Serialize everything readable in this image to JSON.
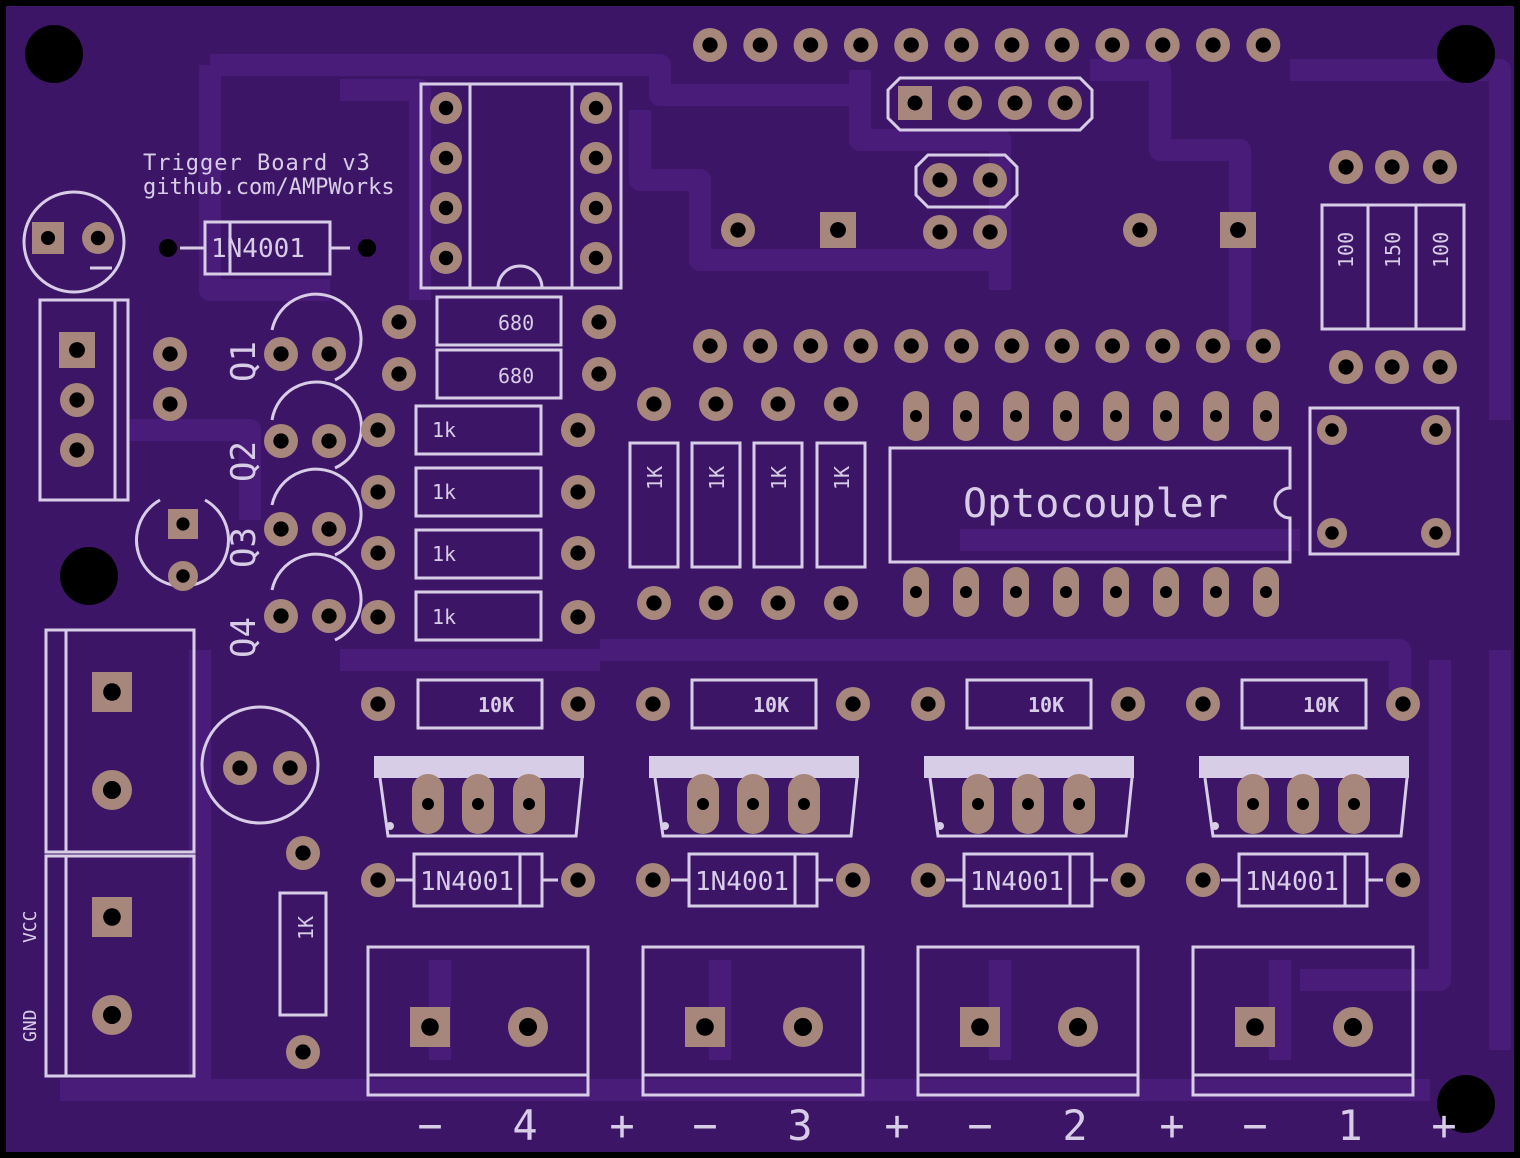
{
  "colors": {
    "board": "#3d1566",
    "trace": "#4a1c7a",
    "silk": "#d8cde6",
    "pad": "#a7877c",
    "hole": "#000000",
    "edge": "#000000"
  },
  "title": {
    "line1": "Trigger Board v3",
    "line2": "github.com/AMPWorks"
  },
  "labels": {
    "d_top": "1N4001",
    "r680a": "680",
    "r680b": "680",
    "r1k_h": [
      "1k",
      "1k",
      "1k",
      "1k"
    ],
    "r1k_v": [
      "1K",
      "1K",
      "1K",
      "1K"
    ],
    "r10k": [
      "10K",
      "10K",
      "10K",
      "10K"
    ],
    "d_bottom": [
      "1N4001",
      "1N4001",
      "1N4001",
      "1N4001"
    ],
    "rv_left": "1K",
    "rtop": [
      "100",
      "150",
      "100"
    ],
    "opto": "Optocoupler",
    "q": [
      "Q1",
      "Q2",
      "Q3",
      "Q4"
    ],
    "vcc": "VCC",
    "gnd": "GND",
    "channel_signs": [
      "−",
      "4",
      "+",
      "−",
      "3",
      "+",
      "−",
      "2",
      "+",
      "−",
      "1",
      "+"
    ]
  }
}
